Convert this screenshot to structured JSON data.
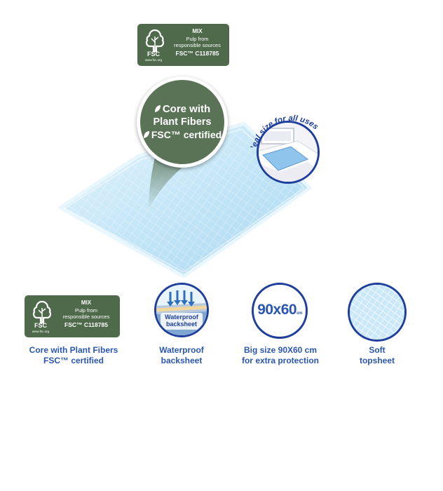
{
  "fsc_badge": {
    "brand": "FSC",
    "url": "www.fsc.org",
    "mix": "MIX",
    "pulp_line1": "Pulp from",
    "pulp_line2": "responsible sources",
    "code": "FSC™ C118785"
  },
  "callout": {
    "line1": "Core with",
    "line2": "Plant Fibers",
    "line3": "FSC™ certified"
  },
  "ideal_size": {
    "label": "Ideal size for all uses"
  },
  "features": [
    {
      "icon": "fsc-logo-icon",
      "label_line1": "Core with Plant Fibers",
      "label_line2": "FSC™ certified"
    },
    {
      "icon": "waterproof-icon",
      "icon_text_line1": "Waterproof",
      "icon_text_line2": "backsheet",
      "label_line1": "Waterproof",
      "label_line2": "backsheet"
    },
    {
      "icon": "size-icon",
      "icon_text": "90x60",
      "icon_unit": "cm",
      "label_line1": "Big size 90X60 cm",
      "label_line2": "for extra protection"
    },
    {
      "icon": "soft-topsheet-icon",
      "label_line1": "Soft",
      "label_line2": "topsheet"
    }
  ],
  "colors": {
    "fsc_green": "#4f6a4b",
    "callout_green": "#5a7356",
    "navy": "#1f3f9c",
    "label_blue": "#2a56b0",
    "pad_blue": "#bfe3f6"
  }
}
